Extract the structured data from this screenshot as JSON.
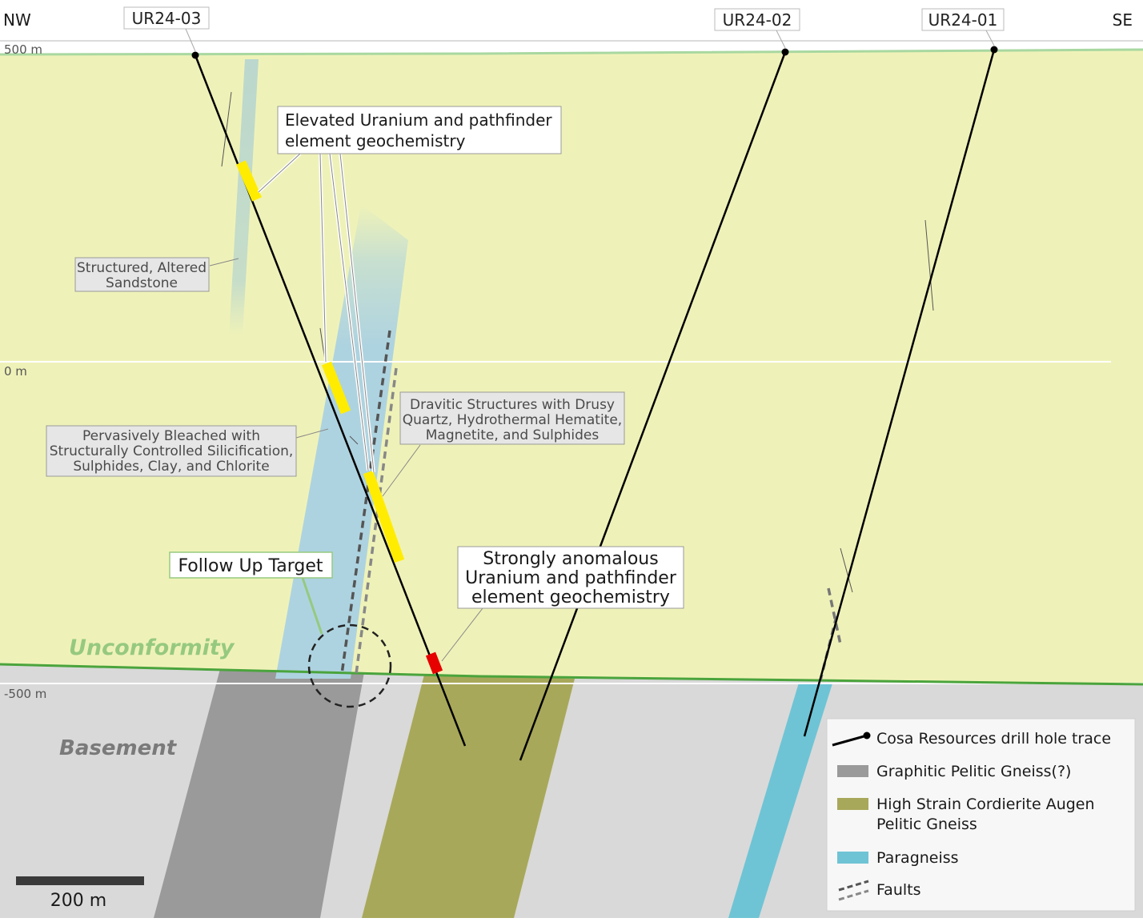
{
  "orientation": {
    "left": "NW",
    "right": "SE"
  },
  "elevations": {
    "top": "500 m",
    "middle": "0 m",
    "bottom": "-500 m"
  },
  "drill_holes": [
    "UR24-03",
    "UR24-02",
    "UR24-01"
  ],
  "annotations": {
    "elevated": [
      "Elevated Uranium and pathfinder",
      "element geochemistry"
    ],
    "structured": [
      "Structured, Altered",
      "Sandstone"
    ],
    "bleached": [
      "Pervasively Bleached with",
      "Structurally Controlled Silicification,",
      "Sulphides, Clay, and Chlorite"
    ],
    "dravitic": [
      "Dravitic Structures with Drusy",
      "Quartz, Hydrothermal Hematite,",
      "Magnetite, and Sulphides"
    ],
    "strongly": [
      "Strongly anomalous",
      "Uranium and pathfinder",
      "element geochemistry"
    ],
    "follow_up": "Follow Up Target"
  },
  "units": {
    "unconformity": "Unconformity",
    "basement": "Basement"
  },
  "legend": {
    "drill_trace": "Cosa Resources drill hole trace",
    "graphitic": "Graphitic Pelitic Gneiss(?)",
    "high_strain": [
      "High Strain Cordierite Augen",
      "Pelitic Gneiss"
    ],
    "paragneiss": "Paragneiss",
    "faults": "Faults"
  },
  "scale_bar": "200 m",
  "colors": {
    "sandstone": "#eff2b8",
    "basement": "#d9d9d9",
    "graphitic": "#9a9a9a",
    "high_strain": "#a8a85a",
    "paragneiss": "#6ec4d5",
    "bleached": "#aed3e0",
    "unconformity_line": "#4aa43c",
    "intercept_yellow": "#ffec00",
    "intercept_red": "#e60000"
  }
}
